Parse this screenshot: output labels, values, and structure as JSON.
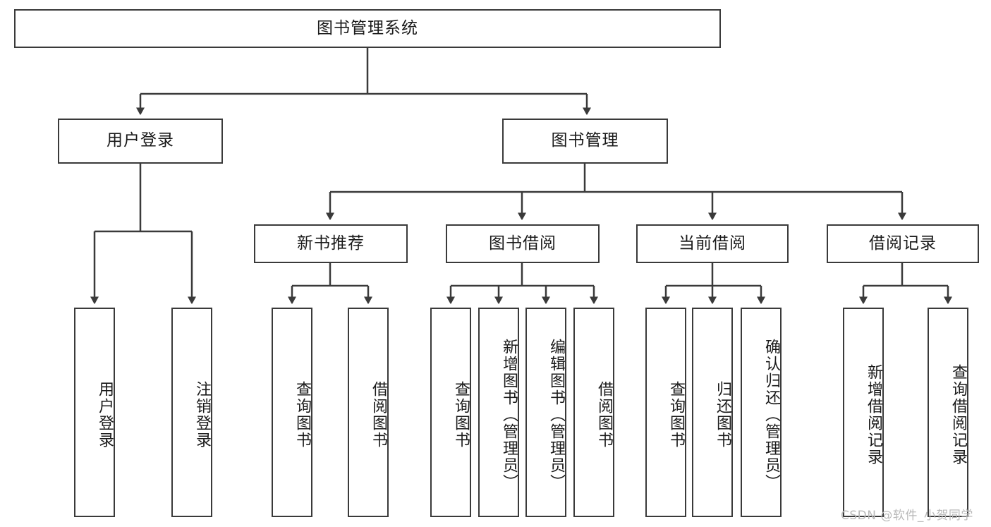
{
  "diagram": {
    "title_node": {
      "label": "图书管理系统"
    },
    "level2": [
      {
        "id": "user-login",
        "label": "用户登录"
      },
      {
        "id": "book-management",
        "label": "图书管理"
      }
    ],
    "level3": [
      {
        "id": "new-book-recommend",
        "label": "新书推荐"
      },
      {
        "id": "book-borrow",
        "label": "图书借阅"
      },
      {
        "id": "current-borrow",
        "label": "当前借阅"
      },
      {
        "id": "borrow-record",
        "label": "借阅记录"
      }
    ],
    "leaves": {
      "user_login": [
        {
          "id": "leaf-user-login",
          "label": "用户登录"
        },
        {
          "id": "leaf-logout-login",
          "label": "注销登录"
        }
      ],
      "new_book_recommend": [
        {
          "id": "leaf-query-book-1",
          "label": "查询图书"
        },
        {
          "id": "leaf-borrow-book-1",
          "label": "借阅图书"
        }
      ],
      "book_borrow": [
        {
          "id": "leaf-query-book-2",
          "label": "查询图书"
        },
        {
          "id": "leaf-add-book-admin",
          "label": "新增图书（管理员）"
        },
        {
          "id": "leaf-edit-book-admin",
          "label": "编辑图书（管理员）"
        },
        {
          "id": "leaf-borrow-book-2",
          "label": "借阅图书"
        }
      ],
      "current_borrow": [
        {
          "id": "leaf-query-book-3",
          "label": "查询图书"
        },
        {
          "id": "leaf-return-book",
          "label": "归还图书"
        },
        {
          "id": "leaf-confirm-return-admin",
          "label": "确认归还（管理员）"
        }
      ],
      "borrow_record": [
        {
          "id": "leaf-add-borrow-record",
          "label": "新增借阅记录"
        },
        {
          "id": "leaf-query-borrow-record",
          "label": "查询借阅记录"
        }
      ]
    }
  },
  "watermark": {
    "text": "CSDN @软件_小贺同学"
  },
  "colors": {
    "border": "#3a3a3a",
    "text": "#1a1a1a",
    "background": "#ffffff",
    "watermark": "#b9b9b9"
  }
}
